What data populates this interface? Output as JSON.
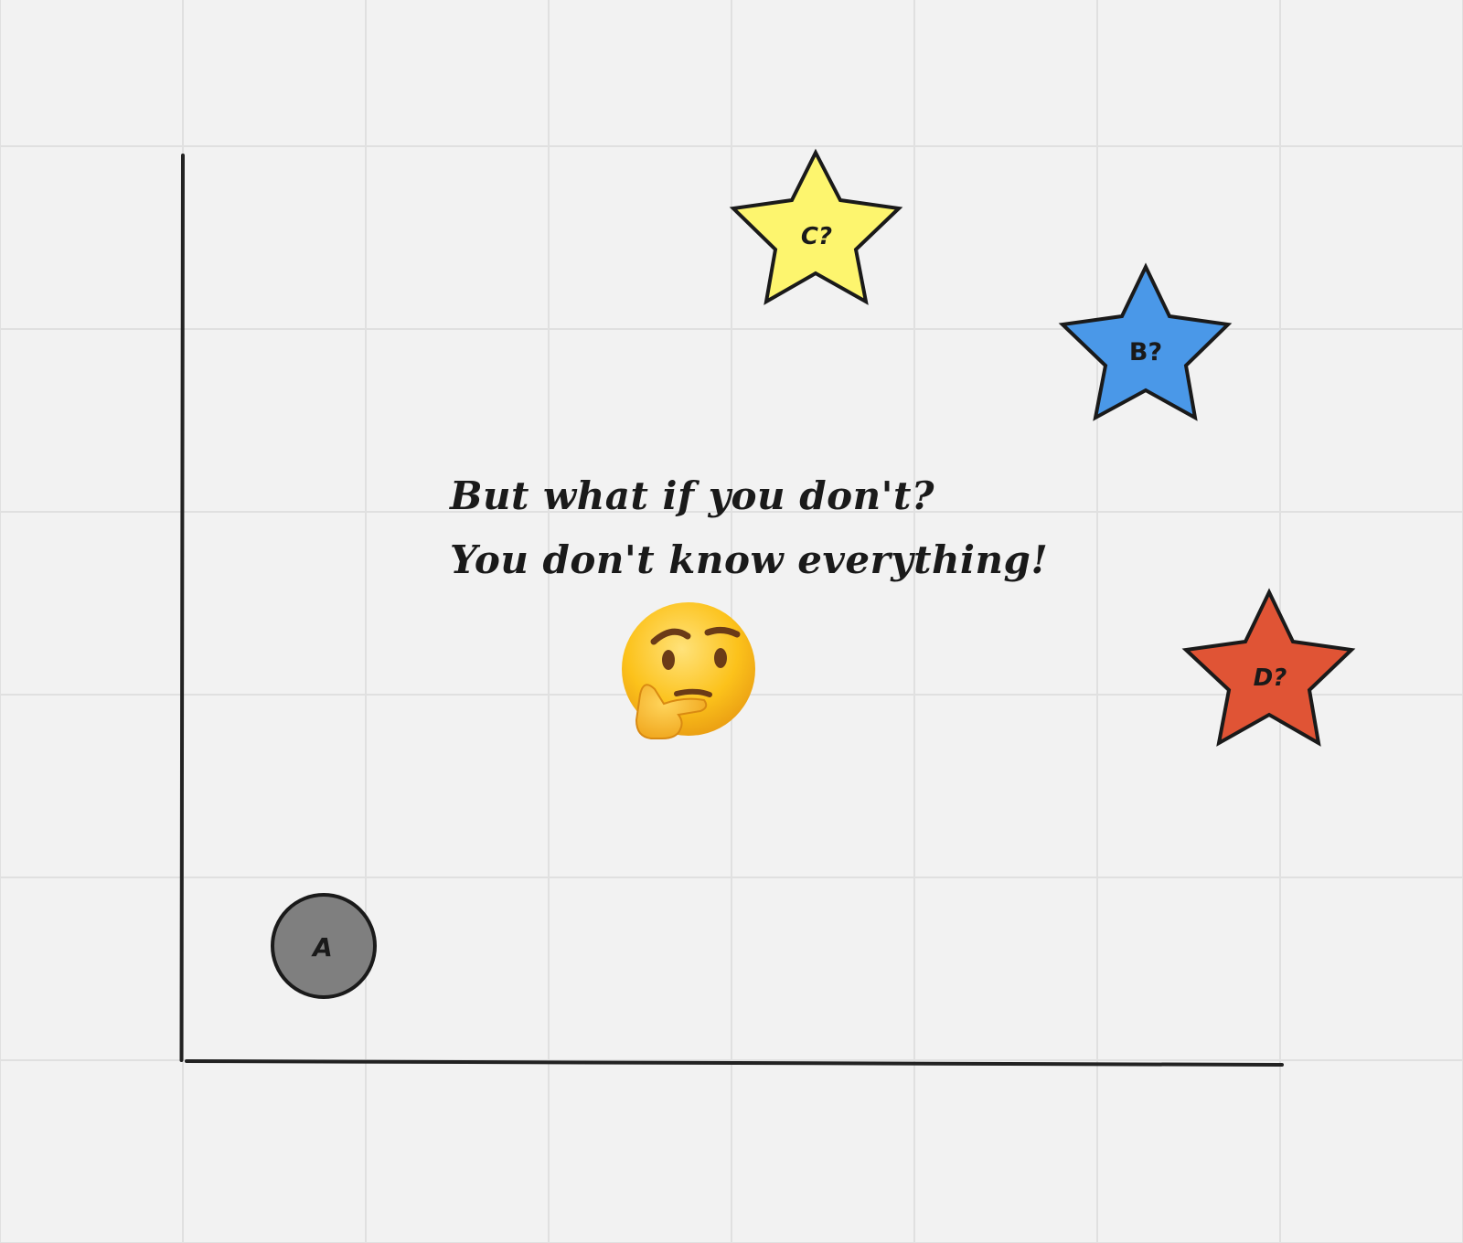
{
  "canvas": {
    "background": "#f2f2f2",
    "grid_color": "#e0e0e0"
  },
  "note": {
    "line1": "But what if you don't?",
    "line2": "You don't know everything!"
  },
  "emoji": {
    "icon": "thinking-face-icon",
    "glyph": "🤔"
  },
  "shapes": {
    "circle_a": {
      "label": "A",
      "color": "#7f7f7f"
    },
    "star_c": {
      "label": "C?",
      "color": "#fdf56e"
    },
    "star_b": {
      "label": "B?",
      "color": "#4a98e8"
    },
    "star_d": {
      "label": "D?",
      "color": "#e05435"
    }
  }
}
